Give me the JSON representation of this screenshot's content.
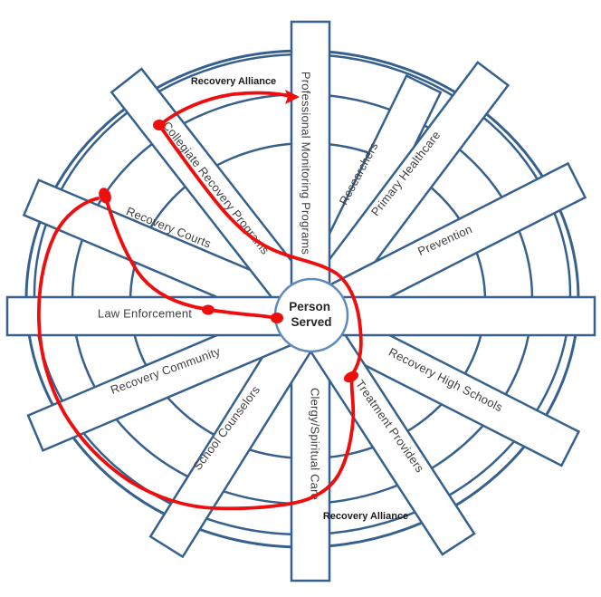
{
  "center": {
    "line1": "Person",
    "line2": "Served"
  },
  "spokes": [
    {
      "id": "professional-monitoring",
      "label": "Professional Monitoring Programs"
    },
    {
      "id": "researchers",
      "label": "Researchers"
    },
    {
      "id": "primary-healthcare",
      "label": "Primary Healthcare"
    },
    {
      "id": "prevention",
      "label": "Prevention"
    },
    {
      "id": "right-unlabeled",
      "label": ""
    },
    {
      "id": "recovery-high-schools",
      "label": "Recovery High Schools"
    },
    {
      "id": "treatment-providers",
      "label": "Treatment Providers"
    },
    {
      "id": "clergy-spiritual-care",
      "label": "Clergy/Spiritual Care"
    },
    {
      "id": "school-counselors",
      "label": "School Counselors"
    },
    {
      "id": "recovery-community",
      "label": "Recovery Community"
    },
    {
      "id": "law-enforcement",
      "label": "Law Enforcement"
    },
    {
      "id": "recovery-courts",
      "label": "Recovery Courts"
    },
    {
      "id": "collegiate-recovery",
      "label": "Collegiate Recovery Programs"
    }
  ],
  "annotations": {
    "alliance_top": "Recovery Alliance",
    "alliance_bottom": "Recovery Alliance"
  },
  "colors": {
    "wheel_stroke": "#36618F",
    "hub_stroke": "#5E89C0",
    "alliance_red": "#EE0E0E",
    "label_text": "#404040"
  }
}
